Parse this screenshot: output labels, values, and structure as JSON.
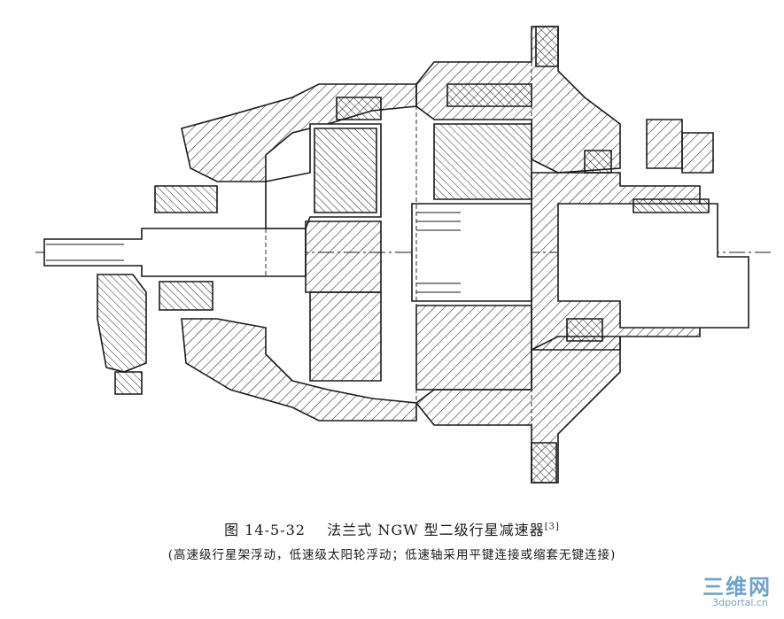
{
  "caption": {
    "figure_no": "图 14-5-32",
    "title": "法兰式 NGW 型二级行星减速器",
    "reference": "[3]",
    "subtitle": "(高速级行星架浮动，低速级太阳轮浮动；低速轴采用平键连接或缩套无键连接)"
  },
  "watermark": {
    "logo_text": "三维网",
    "url": "3dportal.cn",
    "color": "#6fa3c7"
  }
}
